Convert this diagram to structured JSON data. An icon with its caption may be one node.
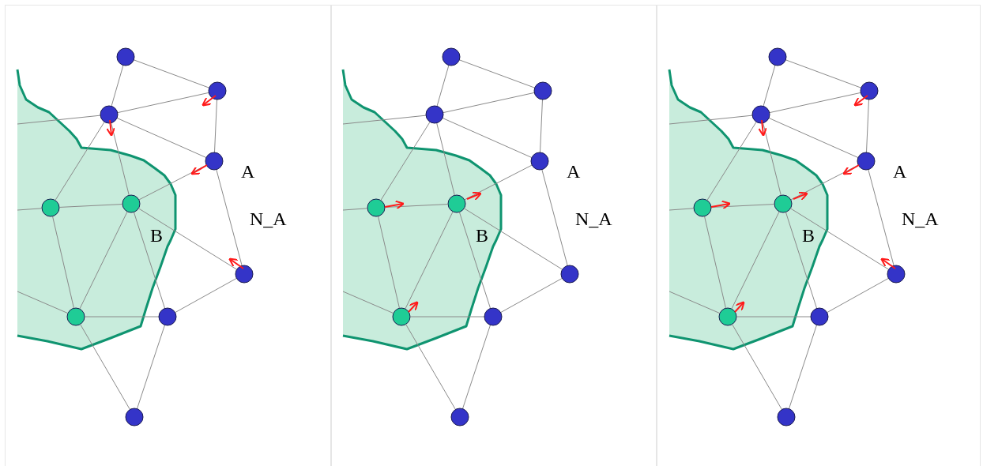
{
  "diagram": {
    "nodes": [
      {
        "text": [],
        "shape": "area"
      },
      {
        "text": [],
        "shape": "circle"
      },
      {
        "text": [],
        "shape": "circle"
      },
      {
        "text": [],
        "shape": "circle"
      },
      {
        "text": [],
        "shape": "circle"
      },
      {
        "text": [],
        "shape": "circle",
        "in": 0
      },
      {
        "text": [],
        "shape": "circle",
        "in": 0
      },
      {
        "text": [],
        "shape": "circle"
      },
      {
        "text": [],
        "shape": "circle",
        "in": 0
      },
      {
        "text": [],
        "shape": "circle"
      },
      {
        "text": [],
        "shape": "circle"
      },
      {
        "text": [],
        "shape": "area"
      },
      {
        "text": [],
        "shape": "circle"
      },
      {
        "text": [],
        "shape": "circle"
      },
      {
        "text": [],
        "shape": "circle"
      },
      {
        "text": [],
        "shape": "circle"
      },
      {
        "text": [],
        "shape": "circle",
        "in": 11
      },
      {
        "text": [],
        "shape": "circle",
        "in": 11
      },
      {
        "text": [],
        "shape": "circle"
      },
      {
        "text": [],
        "shape": "circle",
        "in": 11
      },
      {
        "text": [],
        "shape": "circle"
      },
      {
        "text": [],
        "shape": "circle"
      },
      {
        "text": [],
        "shape": "area"
      },
      {
        "text": [],
        "shape": "circle"
      },
      {
        "text": [],
        "shape": "circle"
      },
      {
        "text": [],
        "shape": "circle"
      },
      {
        "text": [],
        "shape": "circle"
      },
      {
        "text": [],
        "shape": "circle",
        "in": 22
      },
      {
        "text": [],
        "shape": "circle",
        "in": 22
      },
      {
        "text": [],
        "shape": "circle"
      },
      {
        "text": [],
        "shape": "circle",
        "in": 22
      },
      {
        "text": [],
        "shape": "circle"
      },
      {
        "text": [],
        "shape": "circle"
      }
    ],
    "edges": [
      {
        "from": 1,
        "to": 2,
        "arrow": "none"
      },
      {
        "from": 1,
        "to": 3,
        "arrow": "none"
      },
      {
        "from": 3,
        "to": 2,
        "arrow": "none"
      },
      {
        "from": 2,
        "to": 4,
        "arrow": "none"
      },
      {
        "from": 3,
        "to": 4,
        "arrow": "none"
      },
      {
        "from": 3,
        "to": 5,
        "arrow": "none"
      },
      {
        "from": 3,
        "to": 6,
        "arrow": "none"
      },
      {
        "from": 4,
        "to": 6,
        "arrow": "none"
      },
      {
        "from": 4,
        "to": 7,
        "arrow": "none"
      },
      {
        "from": 5,
        "to": 6,
        "arrow": "none"
      },
      {
        "from": 5,
        "to": 8,
        "arrow": "none"
      },
      {
        "from": 6,
        "to": 8,
        "arrow": "none"
      },
      {
        "from": 6,
        "to": 9,
        "arrow": "none"
      },
      {
        "from": 6,
        "to": 7,
        "arrow": "none"
      },
      {
        "from": 8,
        "to": 9,
        "arrow": "none"
      },
      {
        "from": 8,
        "to": 10,
        "arrow": "none"
      },
      {
        "from": 9,
        "to": 10,
        "arrow": "none"
      },
      {
        "from": 9,
        "to": 7,
        "arrow": "none"
      },
      {
        "from": 3,
        "to": 0,
        "arrow": "none"
      },
      {
        "from": 5,
        "to": 0,
        "arrow": "none"
      },
      {
        "from": 8,
        "to": 0,
        "arrow": "none"
      },
      {
        "from": 12,
        "to": 13,
        "arrow": "none"
      },
      {
        "from": 12,
        "to": 14,
        "arrow": "none"
      },
      {
        "from": 14,
        "to": 13,
        "arrow": "none"
      },
      {
        "from": 13,
        "to": 15,
        "arrow": "none"
      },
      {
        "from": 14,
        "to": 15,
        "arrow": "none"
      },
      {
        "from": 14,
        "to": 16,
        "arrow": "none"
      },
      {
        "from": 14,
        "to": 17,
        "arrow": "none"
      },
      {
        "from": 15,
        "to": 17,
        "arrow": "none"
      },
      {
        "from": 15,
        "to": 18,
        "arrow": "none"
      },
      {
        "from": 16,
        "to": 17,
        "arrow": "none"
      },
      {
        "from": 16,
        "to": 19,
        "arrow": "none"
      },
      {
        "from": 17,
        "to": 19,
        "arrow": "none"
      },
      {
        "from": 17,
        "to": 20,
        "arrow": "none"
      },
      {
        "from": 17,
        "to": 18,
        "arrow": "none"
      },
      {
        "from": 19,
        "to": 20,
        "arrow": "none"
      },
      {
        "from": 19,
        "to": 21,
        "arrow": "none"
      },
      {
        "from": 20,
        "to": 21,
        "arrow": "none"
      },
      {
        "from": 20,
        "to": 18,
        "arrow": "none"
      },
      {
        "from": 14,
        "to": 11,
        "arrow": "none"
      },
      {
        "from": 16,
        "to": 11,
        "arrow": "none"
      },
      {
        "from": 19,
        "to": 11,
        "arrow": "none"
      },
      {
        "from": 23,
        "to": 24,
        "arrow": "none"
      },
      {
        "from": 23,
        "to": 25,
        "arrow": "none"
      },
      {
        "from": 25,
        "to": 24,
        "arrow": "none"
      },
      {
        "from": 24,
        "to": 26,
        "arrow": "none"
      },
      {
        "from": 25,
        "to": 26,
        "arrow": "none"
      },
      {
        "from": 25,
        "to": 27,
        "arrow": "none"
      },
      {
        "from": 25,
        "to": 28,
        "arrow": "none"
      },
      {
        "from": 26,
        "to": 28,
        "arrow": "none"
      },
      {
        "from": 26,
        "to": 29,
        "arrow": "none"
      },
      {
        "from": 27,
        "to": 28,
        "arrow": "none"
      },
      {
        "from": 27,
        "to": 30,
        "arrow": "none"
      },
      {
        "from": 28,
        "to": 30,
        "arrow": "none"
      },
      {
        "from": 28,
        "to": 31,
        "arrow": "none"
      },
      {
        "from": 28,
        "to": 29,
        "arrow": "none"
      },
      {
        "from": 30,
        "to": 31,
        "arrow": "none"
      },
      {
        "from": 30,
        "to": 32,
        "arrow": "none"
      },
      {
        "from": 31,
        "to": 32,
        "arrow": "none"
      },
      {
        "from": 31,
        "to": 29,
        "arrow": "none"
      },
      {
        "from": 25,
        "to": 22,
        "arrow": "none"
      },
      {
        "from": 27,
        "to": 22,
        "arrow": "none"
      },
      {
        "from": 30,
        "to": 22,
        "arrow": "none"
      }
    ],
    "labels": [
      "A",
      "N_A",
      "B",
      "A",
      "N_A",
      "B",
      "A",
      "N_A",
      "B"
    ]
  }
}
